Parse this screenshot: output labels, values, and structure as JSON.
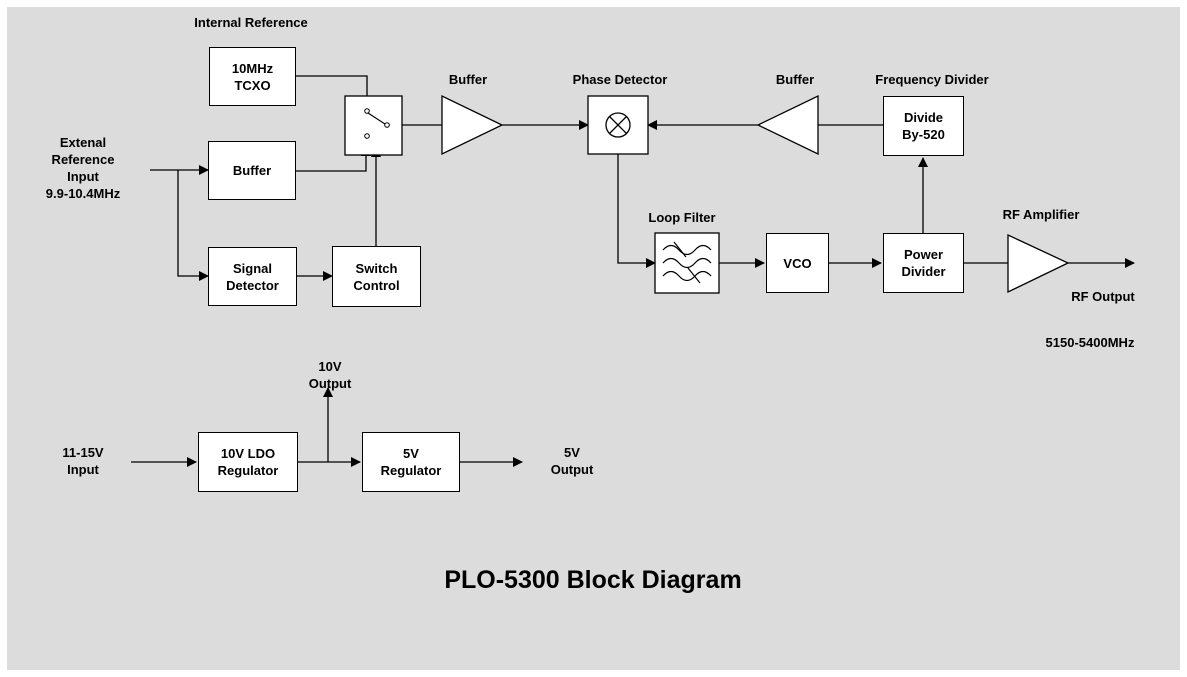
{
  "title": "PLO-5300 Block Diagram",
  "labels": {
    "internal_reference": "Internal Reference",
    "external_reference": "Extenal\nReference\nInput\n9.9-10.4MHz",
    "buffer_top": "Buffer",
    "phase_detector": "Phase Detector",
    "buffer_feedback": "Buffer",
    "frequency_divider": "Frequency Divider",
    "loop_filter": "Loop Filter",
    "rf_amplifier": "RF Amplifier",
    "rf_output": "RF Output",
    "rf_range": "5150-5400MHz",
    "ten_v_output": "10V\nOutput",
    "input_11_15v": "11-15V\nInput",
    "five_v_output": "5V\nOutput"
  },
  "boxes": {
    "tcxo": "10MHz\nTCXO",
    "ext_buffer": "Buffer",
    "signal_detector": "Signal\nDetector",
    "switch_control": "Switch\nControl",
    "divide_by": "Divide\nBy-520",
    "vco": "VCO",
    "power_divider": "Power\nDivider",
    "ldo_regulator": "10V LDO\nRegulator",
    "five_v_regulator": "5V\nRegulator"
  },
  "colors": {
    "background": "#ffffff",
    "panel": "#dcdcdc",
    "line": "#000000"
  }
}
